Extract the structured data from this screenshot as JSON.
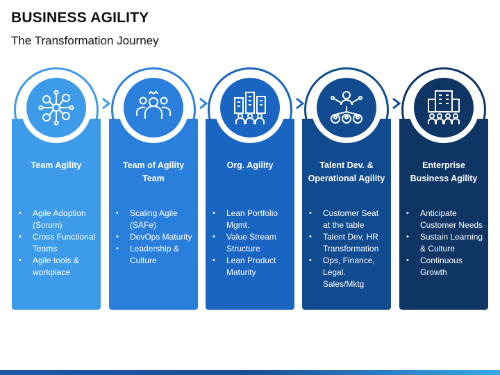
{
  "header": {
    "title": "BUSINESS AGILITY",
    "subtitle": "The Transformation Journey"
  },
  "colors": {
    "stage1": "#3d9be9",
    "stage2": "#2b7fdc",
    "stage3": "#1b65c2",
    "stage4": "#114b8f",
    "stage5": "#0e3564"
  },
  "stages": [
    {
      "icon": "network-people-icon",
      "title": "Team Agility",
      "items": [
        "Agile Adoption (Scrum)",
        "Cross Functional Teams",
        "Agile tools & workplace"
      ]
    },
    {
      "icon": "team-group-icon",
      "title": "Team of Agility Team",
      "items": [
        "Scaling Agile (SAFe)",
        "DevOps Maturity",
        "Leadership & Culture"
      ]
    },
    {
      "icon": "city-people-icon",
      "title": "Org. Agility",
      "items": [
        "Lean Portfolio Mgmt.",
        "Value Stream Structure",
        "Lean Product Maturity"
      ]
    },
    {
      "icon": "talent-network-icon",
      "title": "Talent Dev. & Operational Agility",
      "items": [
        "Customer Seat at the table",
        "Talent Dev, HR Transformation",
        "Ops, Finance, Legal. Sales/Mktg"
      ]
    },
    {
      "icon": "enterprise-building-icon",
      "title": "Enterprise Business Agility",
      "items": [
        "Anticipate Customer Needs",
        "Sustain Learning & Culture",
        "Continuous Growth"
      ]
    }
  ]
}
